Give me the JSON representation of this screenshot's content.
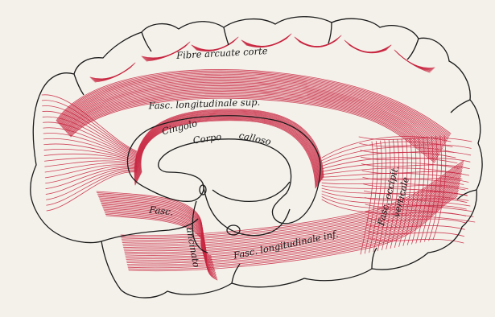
{
  "labels": {
    "arcuate": "Fibre arcuate corte",
    "longsup": "Fasc. longitudinale sup.",
    "cingolo": "Cingolo",
    "corpo": "Corpo",
    "calloso": "calloso",
    "fasc": "Fasc.",
    "uncinato": "uncinato",
    "longinf": "Fasc. longitudinale inf.",
    "occip_1": "Fasc. occipit.",
    "occip_2": "verticale"
  },
  "colors": {
    "fibre": "#c8243f",
    "outline": "#1a1a1a",
    "background": "#f4f1ea"
  }
}
